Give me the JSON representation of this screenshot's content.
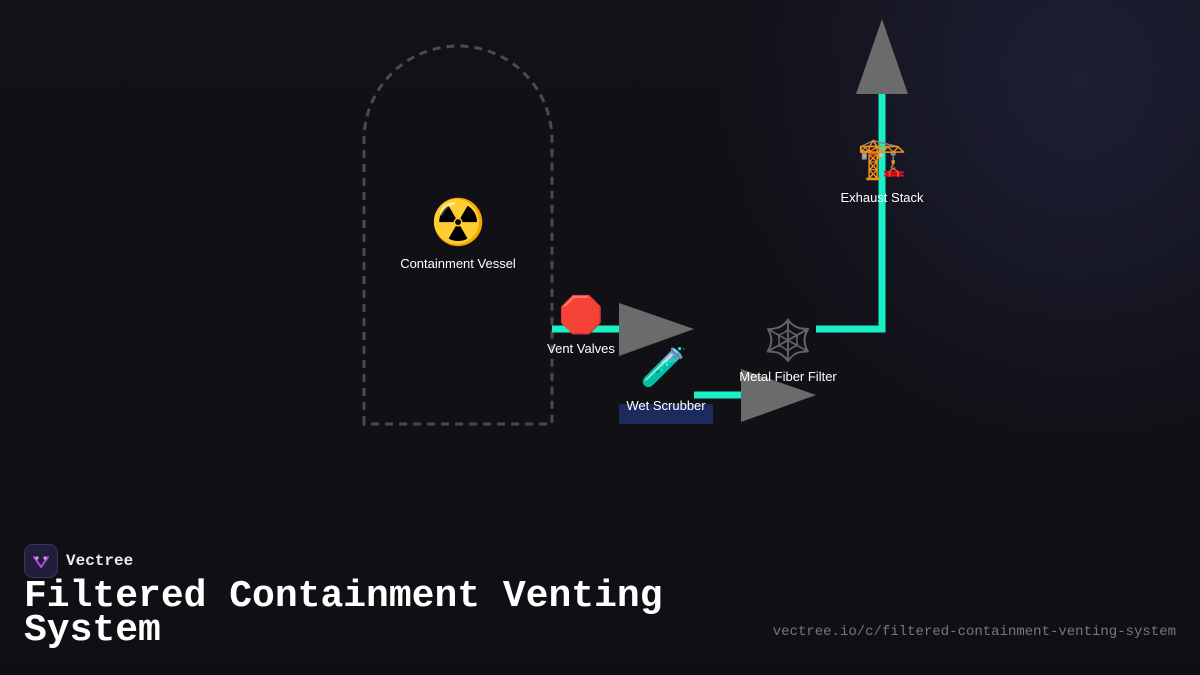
{
  "brand": {
    "name": "Vectree"
  },
  "title": "Filtered Containment Venting System",
  "url": "vectree.io/c/filtered-containment-venting-system",
  "colors": {
    "flow": "#19f0c8",
    "arrow": "#6b6b6b",
    "boundary": "#4a4a4f",
    "background": "#121117",
    "scrubber_highlight": "#1c2a5e"
  },
  "nodes": {
    "containment": {
      "label": "Containment Vessel",
      "icon": "radioactive-icon",
      "glyph": "☢️"
    },
    "vent_valves": {
      "label": "Vent Valves",
      "icon": "stop-sign-icon",
      "glyph": "🛑"
    },
    "wet_scrubber": {
      "label": "Wet Scrubber",
      "icon": "test-tube-icon",
      "glyph": "🧪"
    },
    "metal_filter": {
      "label": "Metal Fiber Filter",
      "icon": "spider-web-icon",
      "glyph": "🕸️"
    },
    "exhaust_stack": {
      "label": "Exhaust Stack",
      "icon": "crane-icon",
      "glyph": "🏗️"
    }
  }
}
